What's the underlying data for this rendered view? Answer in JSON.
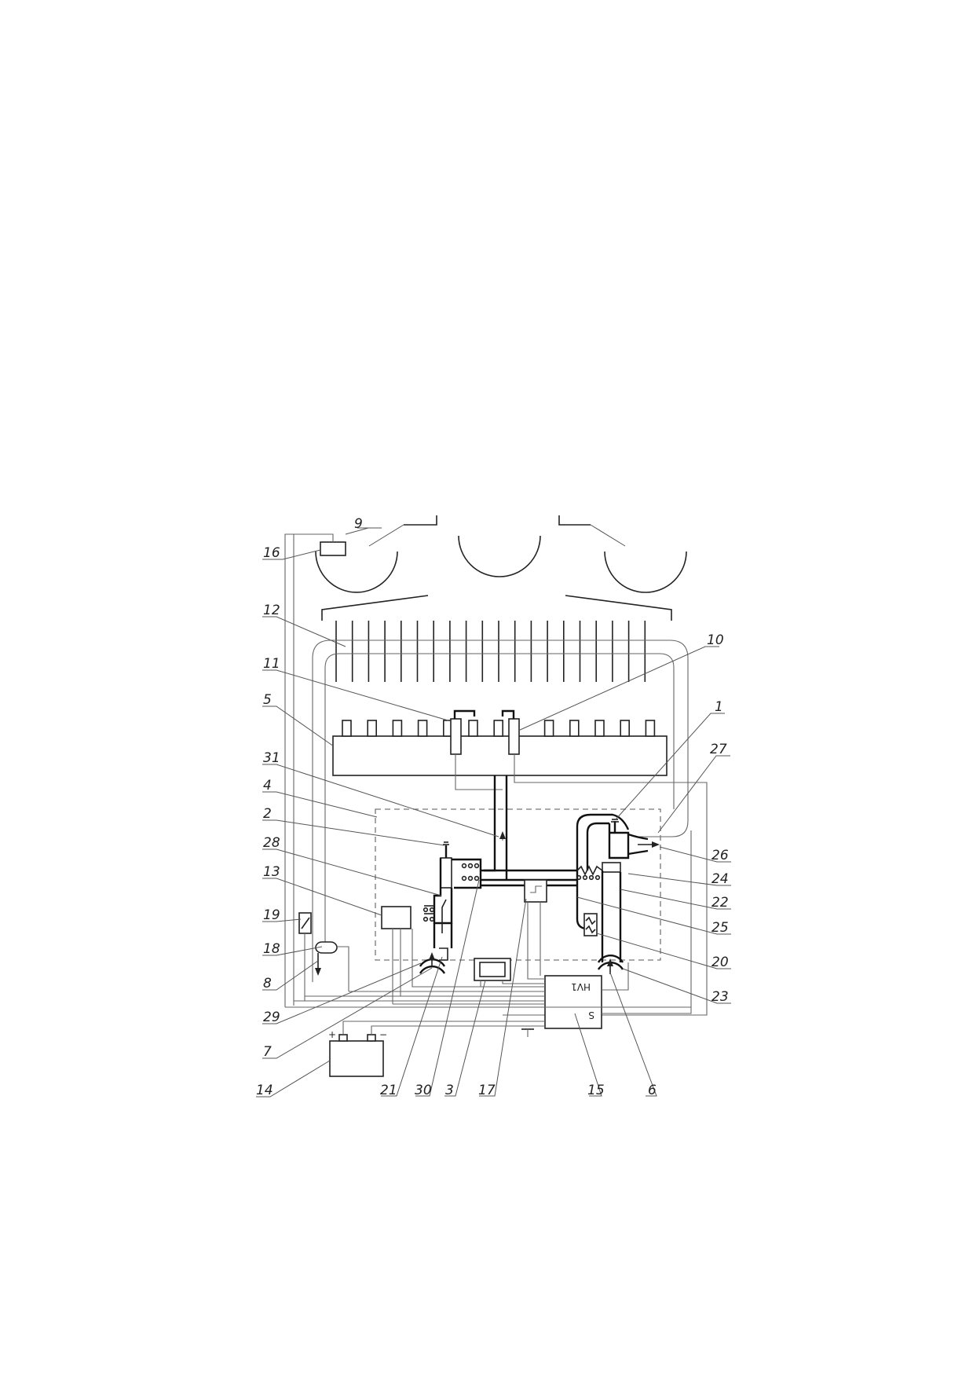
{
  "labels": {
    "n1": "1",
    "n2": "2",
    "n3": "3",
    "n4": "4",
    "n5": "5",
    "n6": "6",
    "n7": "7",
    "n8": "8",
    "n9": "9",
    "n10": "10",
    "n11": "11",
    "n12": "12",
    "n13": "13",
    "n14": "14",
    "n15": "15",
    "n16": "16",
    "n17": "17",
    "n18": "18",
    "n19": "19",
    "n20": "20",
    "n21": "21",
    "n22": "22",
    "n23": "23",
    "n24": "24",
    "n25": "25",
    "n26": "26",
    "n27": "27",
    "n28": "28",
    "n29": "29",
    "n30": "30",
    "n31": "31"
  },
  "controller": {
    "mark_top": "HV1",
    "mark_bottom": "S"
  },
  "battery": {
    "plus": "+",
    "minus": "−"
  }
}
